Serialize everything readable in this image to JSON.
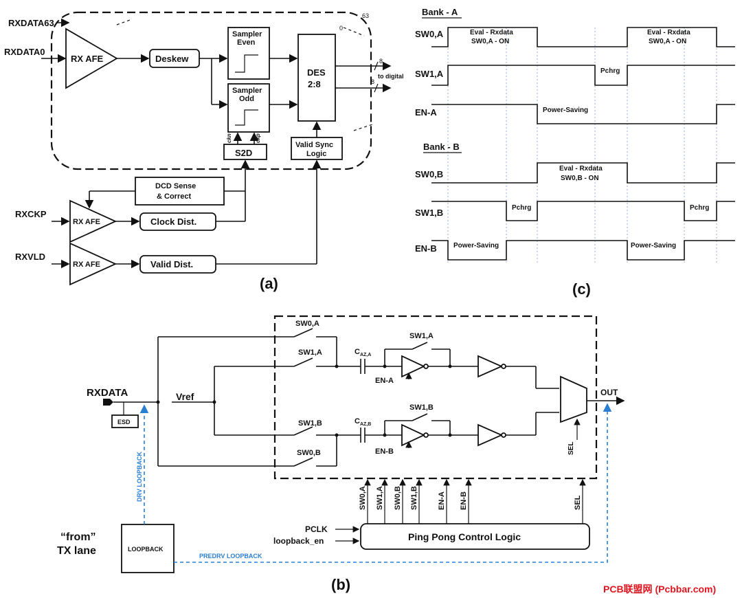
{
  "panel_a": {
    "caption": "(a)",
    "rxdata63": "RXDATA63",
    "rxdata0": "RXDATA0",
    "idx63": "63",
    "idx0": "0",
    "rx_afe_main": "RX AFE",
    "deskew": "Deskew",
    "sampler_even_1": "Sampler",
    "sampler_even_2": "Even",
    "sampler_odd_1": "Sampler",
    "sampler_odd_2": "Odd",
    "des_1": "DES",
    "des_2": "2:8",
    "bus_8a": "8",
    "bus_8b": "8",
    "to_digital": "to digital",
    "ckn": "ckn",
    "ckp": "ckp",
    "s2d": "S2D",
    "valid_sync_1": "Valid Sync",
    "valid_sync_2": "Logic",
    "dcd_1": "DCD Sense",
    "dcd_2": "& Correct",
    "rxckp": "RXCKP",
    "rx_afe_ck": "RX AFE",
    "clock_dist": "Clock Dist.",
    "rxvld": "RXVLD",
    "rx_afe_vld": "RX AFE",
    "valid_dist": "Valid Dist."
  },
  "panel_b": {
    "caption": "(b)",
    "rxdata": "RXDATA",
    "esd": "ESD",
    "vref": "Vref",
    "sw0a": "SW0,A",
    "sw1a": "SW1,A",
    "sw1b": "SW1,B",
    "sw0b": "SW0,B",
    "caz_a": "C",
    "caz_a_sub": "AZ,A",
    "caz_b": "C",
    "caz_b_sub": "AZ,B",
    "sw1a_fb": "SW1,A",
    "sw1b_fb": "SW1,B",
    "en_a": "EN-A",
    "en_b": "EN-B",
    "out": "OUT",
    "sel": "SEL",
    "ctrl_signals": [
      "SW0,A",
      "SW1,A",
      "SW0,B",
      "SW1,B",
      "EN-A",
      "EN-B"
    ],
    "sel_ctrl": "SEL",
    "pclk": "PCLK",
    "loopback_en": "loopback_en",
    "ping_pong": "Ping Pong Control Logic",
    "from_line1": "“from”",
    "from_line2": "TX lane",
    "loopback": "LOOPBACK",
    "drv_loopback": "DRV LOOPBACK",
    "predrv_loopback": "PREDRV LOOPBACK"
  },
  "panel_c": {
    "caption": "(c)",
    "bank_a": "Bank - A",
    "bank_b": "Bank - B",
    "sw0a": "SW0,A",
    "sw1a": "SW1,A",
    "ena": "EN-A",
    "sw0b": "SW0,B",
    "sw1b": "SW1,B",
    "enb": "EN-B",
    "eval_a1_1": "Eval - Rxdata",
    "eval_a1_2": "SW0,A - ON",
    "eval_a2_1": "Eval - Rxdata",
    "eval_a2_2": "SW0,A - ON",
    "pchrg_a": "Pchrg",
    "ps_a": "Power-Saving",
    "eval_b_1": "Eval - Rxdata",
    "eval_b_2": "SW0,B - ON",
    "pchrg_b1": "Pchrg",
    "pchrg_b2": "Pchrg",
    "ps_b1": "Power-Saving",
    "ps_b2": "Power-Saving"
  },
  "watermark": "PCB联盟网 (Pcbbar.com)"
}
